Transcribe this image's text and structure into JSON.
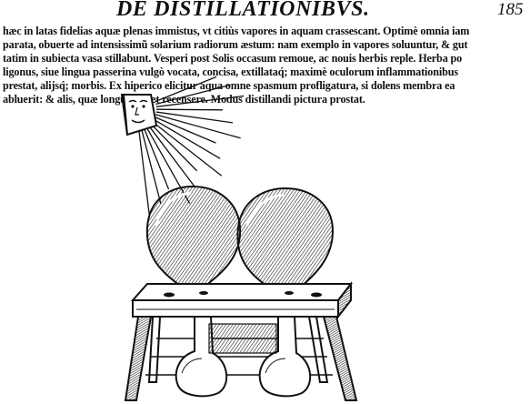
{
  "header": {
    "running_title": "DE DISTILLATIONIBVS.",
    "page_number": "185"
  },
  "body": {
    "lines": [
      "hæc in latas fidelias aquæ plenas immistus, vt citiùs vapores in aquam crassescant. Optimè omnia iam",
      "parata, obuerte ad intensissimũ solarium radiorum æstum: nam exemplo in vapores soluuntur, & gut",
      "tatim in subiecta vasa stillabunt. Vesperi post Solis occasum remoue, ac nouis herbis reple. Herba po",
      "ligonus, siue lingua passerina vulgò vocata, concisa, extillataq́; maximè oculorum inflammationibus",
      "prestat, alijsq́; morbis. Ex hiperico elicitur aqua omne spasmum profligatura, si dolens membra ea",
      "abluerit: & alis, quæ longum esset recensere. Modus distillandi pictura prostat."
    ]
  },
  "illustration": {
    "subject": "sun-distillation-apparatus",
    "ink_color": "#111111",
    "paper_color": "#ffffff"
  }
}
